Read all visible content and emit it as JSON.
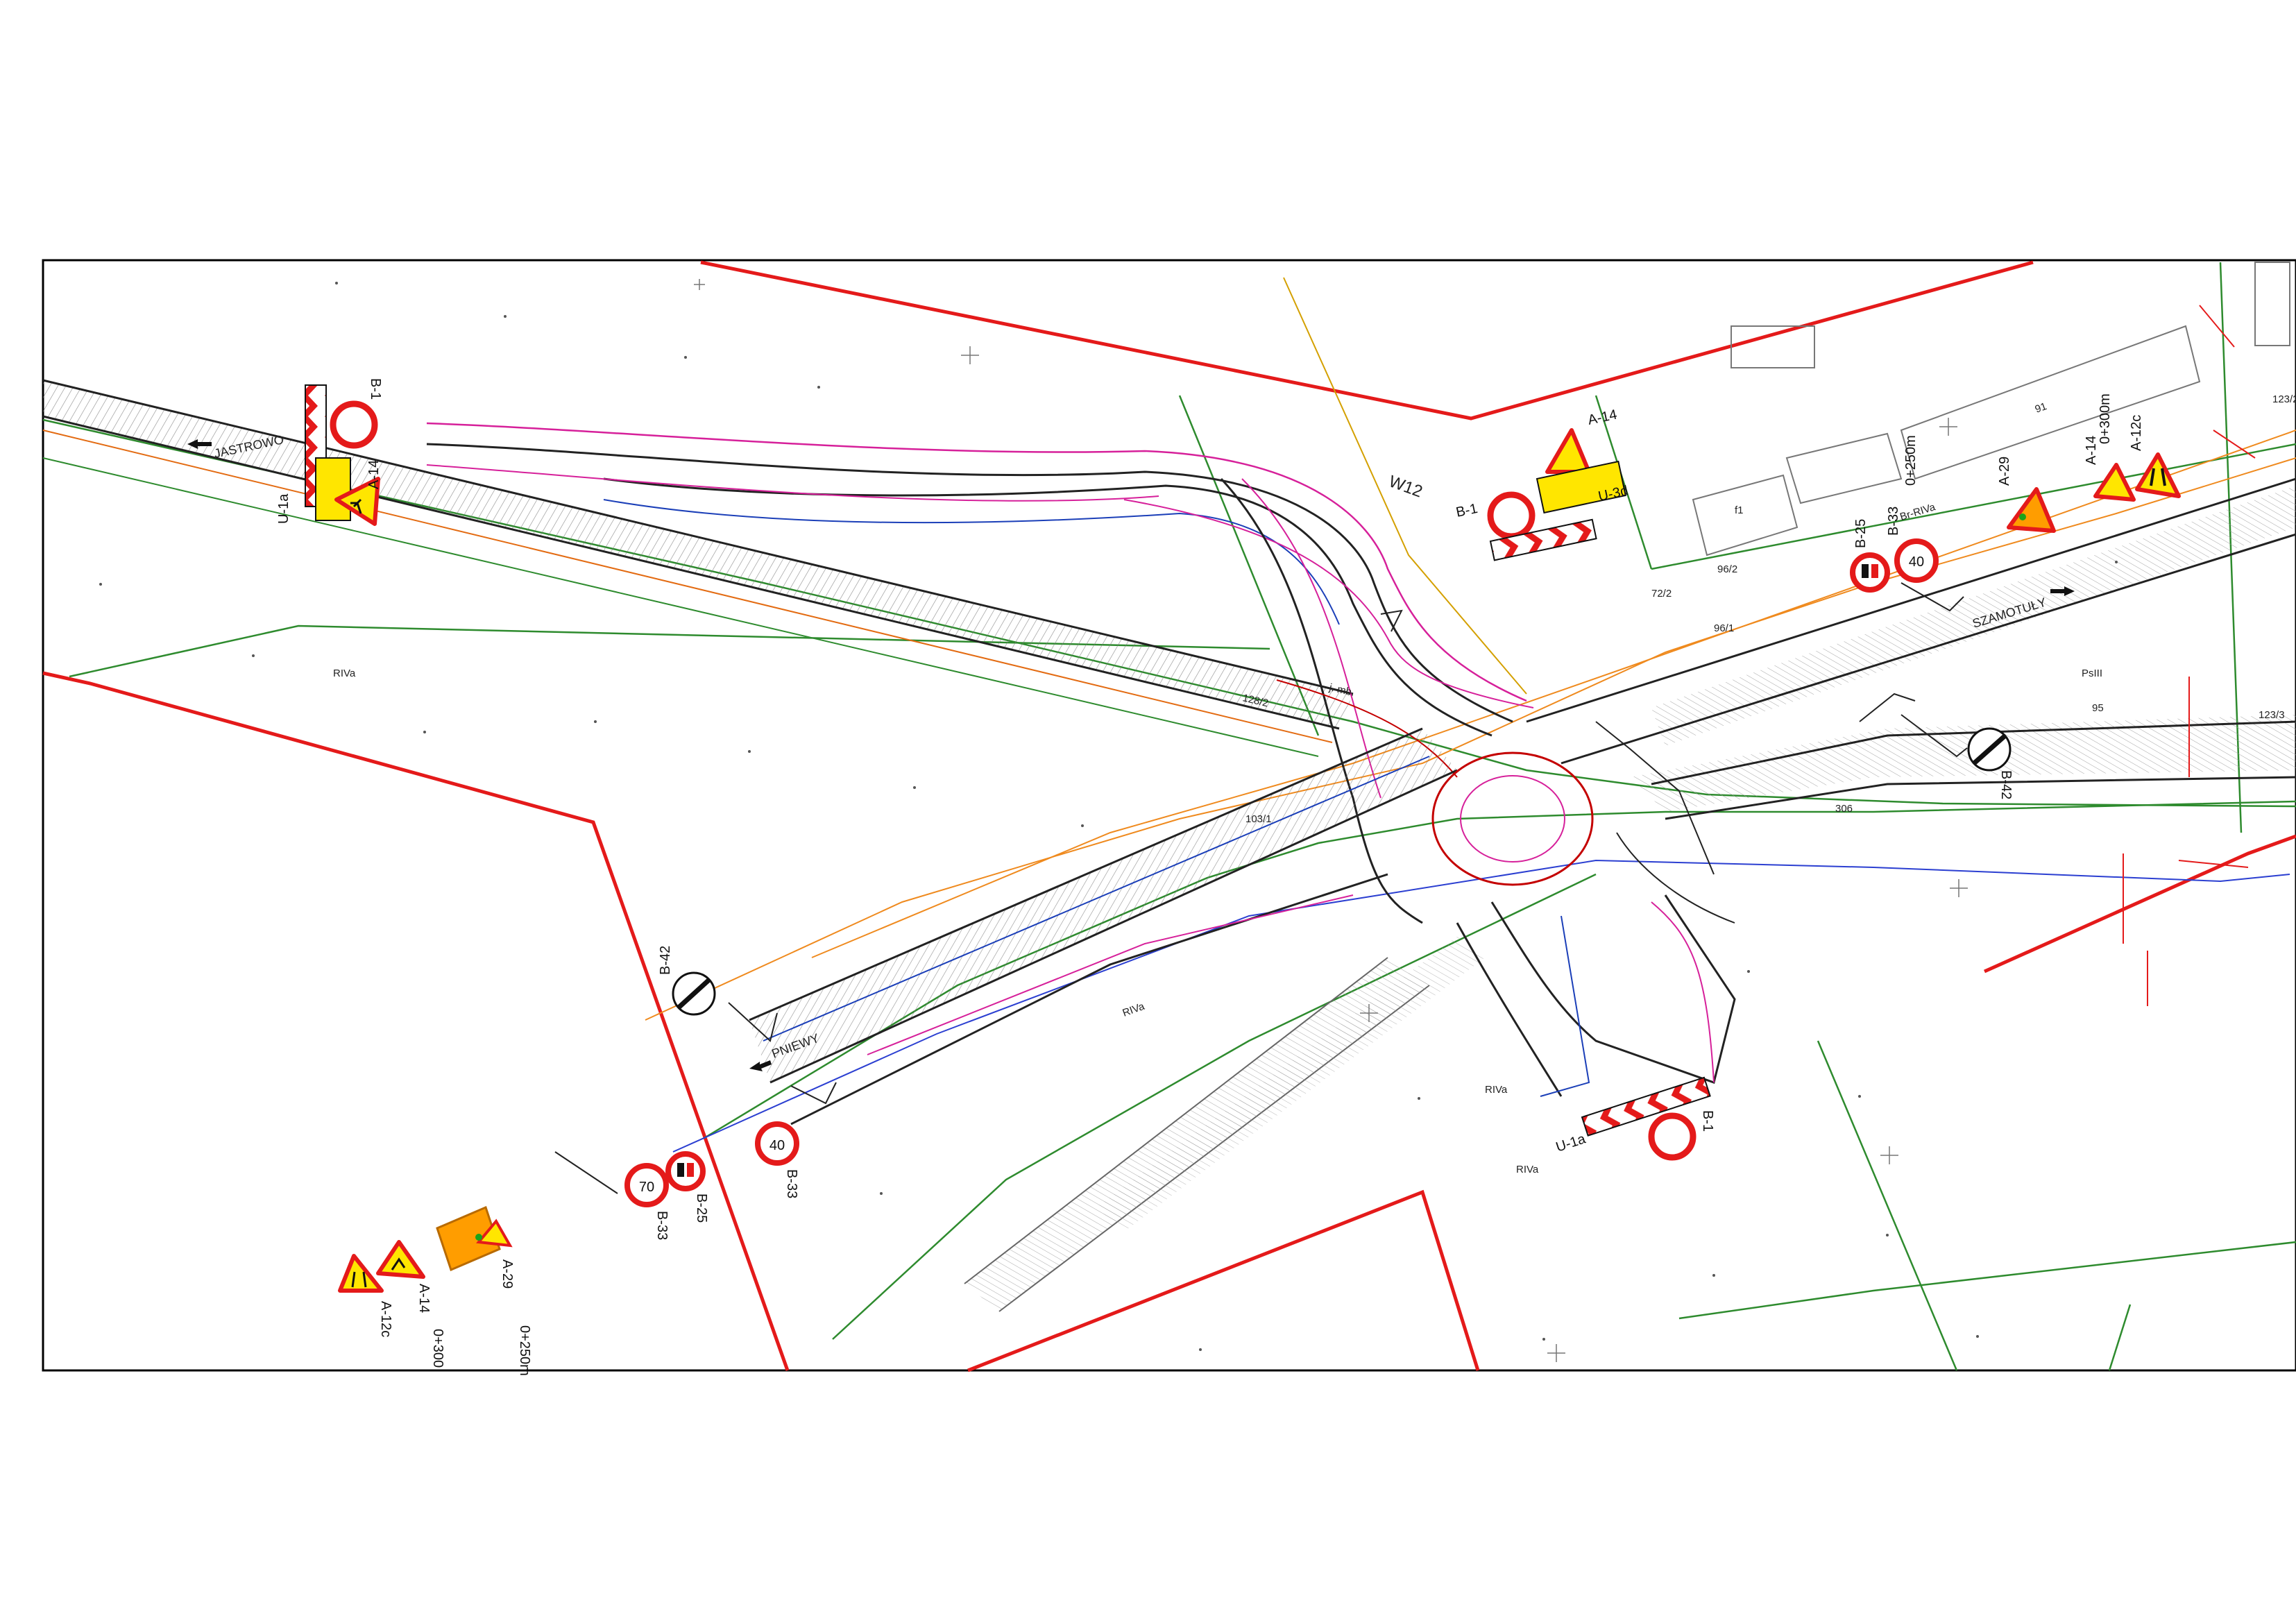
{
  "drawing": {
    "place_labels": {
      "jastrowo": "JASTROWO",
      "szamotuly": "SZAMOTUŁY",
      "pniewy": "PNIEWY",
      "w12": "W12"
    },
    "parcel_labels": {
      "p1": "128/2",
      "p2": "103/1",
      "p3": "96/2",
      "p4": "96/1",
      "p5": "72/2",
      "p6": "123/3",
      "p7": "123/2",
      "p8": "95",
      "p9": "306",
      "p10": "RIVa",
      "p11": "RIVa",
      "p12": "RIVa",
      "p13": "RIVa",
      "p14": "PsIII",
      "p15": "Br-RIVa",
      "p16": "j. mb.",
      "p17": "91",
      "p18": "f1"
    },
    "sign_codes": {
      "b1_top": "B-1",
      "u1a_top": "U-1a",
      "a14_top": "A-14",
      "b1_mid": "B-1",
      "a14_mid": "A-14",
      "u3d": "U-3d",
      "b25_right": "B-25",
      "b33_right": "B-33",
      "a29_right": "A-29",
      "a14_right": "A-14",
      "a12c_right": "A-12c",
      "b42_right": "B-42",
      "b42_left": "B-42",
      "b25_left": "B-25",
      "b33_left_70": "B-33",
      "b33_left_40": "B-33",
      "b1_bottom": "B-1",
      "u1a_bottom": "U-1a",
      "a29_legend": "A-29",
      "a14_legend": "A-14",
      "a12c_legend": "A-12c"
    },
    "speed_limits": {
      "right": "40",
      "left_70": "70",
      "left_40": "40"
    },
    "chainages": {
      "c250_top": "0+250m",
      "c300_top": "0+300m",
      "c250_legend": "0+250m",
      "c300_legend": "0+300"
    },
    "colors": {
      "boundary_red": "#e41a1a",
      "line_green": "#2e8b2e",
      "line_magenta": "#d6209a",
      "line_orange": "#ef8a1e",
      "line_blue": "#2b3fd1",
      "sign_yellow": "#ffe600",
      "sign_orange": "#ff9d00",
      "frame": "#000000"
    }
  }
}
